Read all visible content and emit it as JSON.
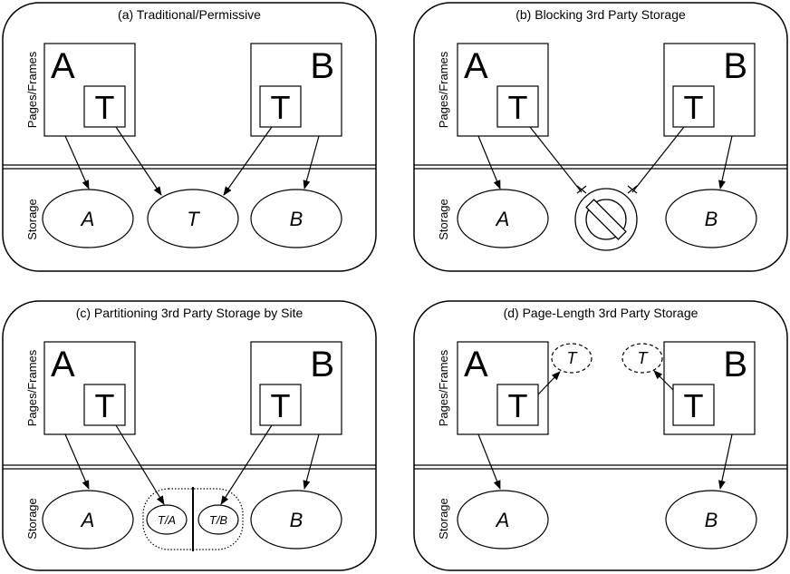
{
  "panels": [
    {
      "title": "(a) Traditional/Permissive",
      "side_top": "Pages/Frames",
      "side_bottom": "Storage",
      "page_left": "A",
      "page_right": "B",
      "tracker": "T",
      "storage": [
        "A",
        "T",
        "B"
      ]
    },
    {
      "title": "(b) Blocking 3rd Party Storage",
      "side_top": "Pages/Frames",
      "side_bottom": "Storage",
      "page_left": "A",
      "page_right": "B",
      "tracker": "T",
      "storage": [
        "A",
        "B"
      ]
    },
    {
      "title": "(c) Partitioning 3rd Party Storage by Site",
      "side_top": "Pages/Frames",
      "side_bottom": "Storage",
      "page_left": "A",
      "page_right": "B",
      "tracker": "T",
      "storage": [
        "A",
        "T/A",
        "T/B",
        "B"
      ]
    },
    {
      "title": "(d) Page-Length 3rd Party Storage",
      "side_top": "Pages/Frames",
      "side_bottom": "Storage",
      "page_left": "A",
      "page_right": "B",
      "tracker": "T",
      "ephemeral": "T",
      "storage": [
        "A",
        "B"
      ]
    }
  ]
}
